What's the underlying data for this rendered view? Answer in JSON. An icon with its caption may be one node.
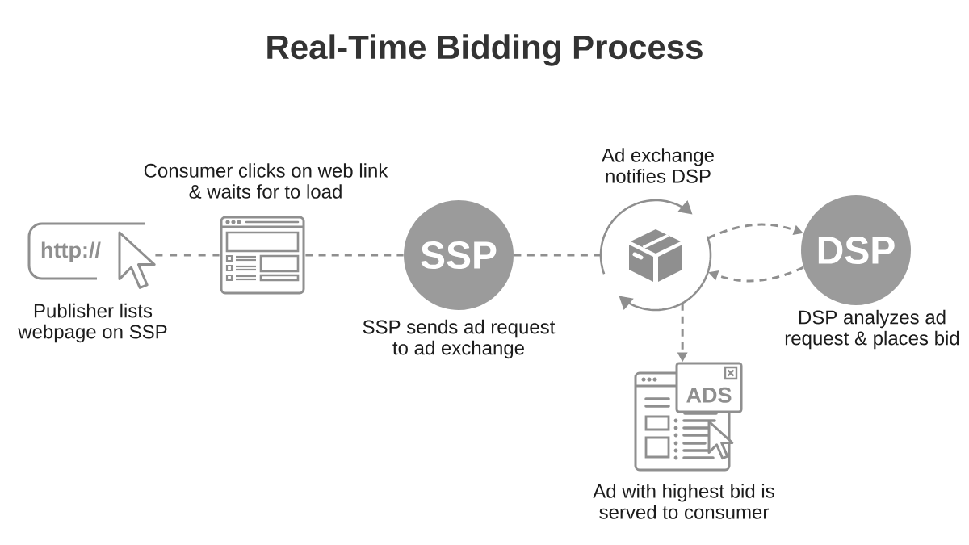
{
  "diagram": {
    "title": "Real-Time Bidding Process",
    "nodes": [
      {
        "text": [
          "http://"
        ],
        "beside": [
          "Publisher lists webpage on SSP"
        ]
      },
      {
        "text": [],
        "shape": "picture",
        "beside": [
          "Consumer clicks on web link & waits for to load"
        ]
      },
      {
        "text": [
          "SSP"
        ],
        "beside": [
          "SSP sends ad request to ad exchange"
        ]
      },
      {
        "text": [],
        "shape": "circle",
        "beside": [
          "Ad exchange notifies DSP"
        ]
      },
      {
        "text": [
          "DSP"
        ],
        "beside": [
          "DSP analyzes ad request & places bid"
        ]
      },
      {
        "text": [
          "ADS"
        ],
        "beside": [
          "Ad with highest bid is served to consumer"
        ]
      }
    ],
    "edges": [
      {
        "from": 0,
        "to": 1,
        "arrow": "none",
        "style": "dashed"
      },
      {
        "from": 1,
        "to": 2,
        "arrow": "none",
        "style": "dashed"
      },
      {
        "from": 2,
        "to": 3,
        "arrow": "none",
        "style": "dashed"
      },
      {
        "from": 3,
        "to": 4,
        "arrow": "to",
        "style": "dashed"
      },
      {
        "from": 4,
        "to": 3,
        "arrow": "to",
        "style": "dashed"
      },
      {
        "from": 3,
        "to": 5,
        "arrow": "to",
        "style": "dashed"
      }
    ]
  }
}
